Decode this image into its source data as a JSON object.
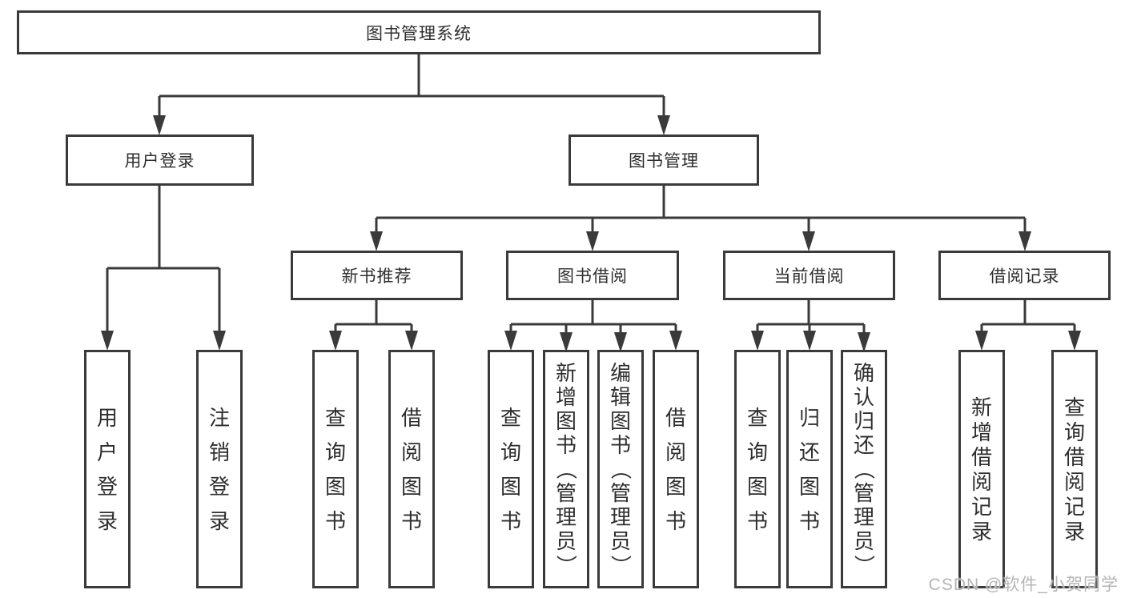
{
  "title": "图书管理系统",
  "tree": {
    "label": "图书管理系统",
    "children": [
      {
        "label": "用户登录",
        "children": [
          {
            "label": "用户登录"
          },
          {
            "label": "注销登录"
          }
        ]
      },
      {
        "label": "图书管理",
        "children": [
          {
            "label": "新书推荐",
            "children": [
              {
                "label": "查询图书"
              },
              {
                "label": "借阅图书"
              }
            ]
          },
          {
            "label": "图书借阅",
            "children": [
              {
                "label": "查询图书"
              },
              {
                "label": "新增图书（管理员）"
              },
              {
                "label": "编辑图书（管理员）"
              },
              {
                "label": "借阅图书"
              }
            ]
          },
          {
            "label": "当前借阅",
            "children": [
              {
                "label": "查询图书"
              },
              {
                "label": "归还图书"
              },
              {
                "label": "确认归还（管理员）"
              }
            ]
          },
          {
            "label": "借阅记录",
            "children": [
              {
                "label": "新增借阅记录"
              },
              {
                "label": "查询借阅记录"
              }
            ]
          }
        ]
      }
    ]
  },
  "watermark": {
    "text": "CSDN @软件_小贺同学"
  },
  "colors": {
    "line": "#3a3a3a",
    "text": "#2e2e2e",
    "watermark": "#b5b5b5",
    "background": "#ffffff"
  }
}
